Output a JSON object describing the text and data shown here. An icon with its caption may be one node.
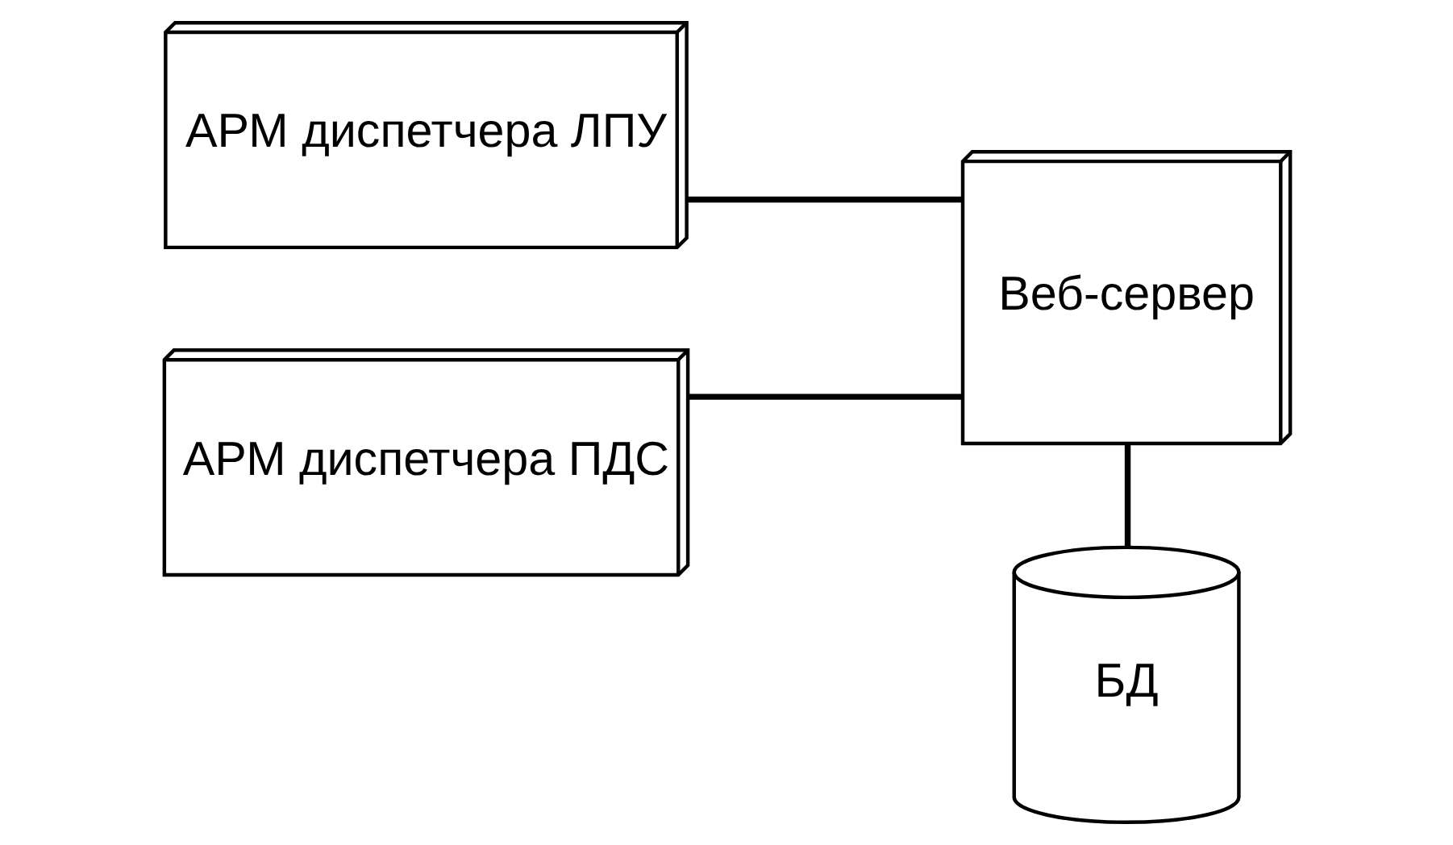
{
  "diagram": {
    "nodes": [
      {
        "text": [
          "АРМ диспетчера ЛПУ"
        ]
      },
      {
        "text": [
          "Веб-сервер"
        ]
      },
      {
        "text": [
          "АРМ диспетчера ПДС"
        ]
      },
      {
        "text": [
          "БД"
        ]
      }
    ],
    "edges": [
      {
        "from": 0,
        "to": 1,
        "arrow": "none"
      },
      {
        "from": 2,
        "to": 1,
        "arrow": "none"
      },
      {
        "from": 1,
        "to": 3,
        "arrow": "none"
      }
    ]
  }
}
